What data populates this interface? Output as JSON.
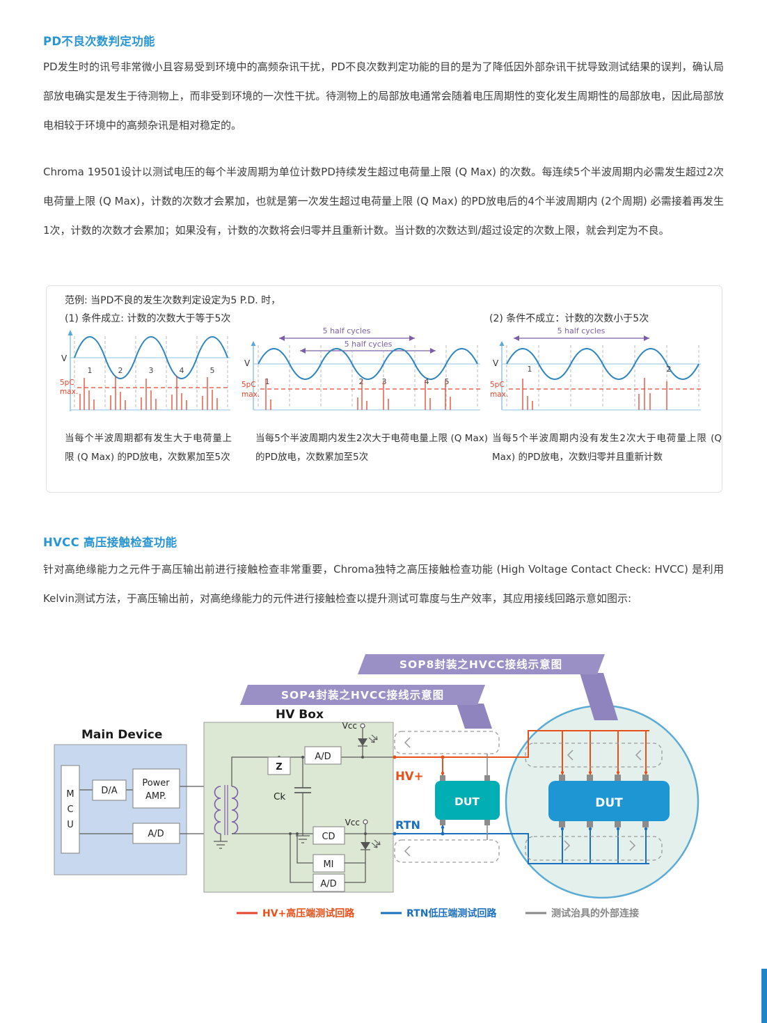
{
  "pd_section": {
    "heading": "PD不良次数判定功能",
    "para1": "PD发生时的讯号非常微小且容易受到环境中的高频杂讯干扰，PD不良次数判定功能的目的是为了降低因外部杂讯干扰导致测试结果的误判，确认局部放电确实是发生于待测物上，而非受到环境的一次性干扰。待测物上的局部放电通常会随着电压周期性的变化发生周期性的局部放电，因此局部放电相较于环境中的高频杂讯是相对稳定的。",
    "para2": "Chroma 19501设计以测试电压的每个半波周期为单位计数PD持续发生超过电荷量上限 (Q Max) 的次数。每连续5个半波周期内必需发生超过2次电荷量上限 (Q Max)，计数的次数才会累加，也就是第一次发生超过电荷量上限 (Q Max) 的PD放电后的4个半波周期内 (2个周期) 必需接着再发生1次，计数的次数才会累加；如果没有，计数的次数将会归零并且重新计数。当计数的次数达到/超过设定的次数上限，就会判定为不良。"
  },
  "example": {
    "title": "范例: 当PD不良的发生次数判定设定为5 P.D. 时，",
    "cond1": "(1) 条件成立: 计数的次数大于等于5次",
    "cond2": "(2) 条件不成立：计数的次数小于5次",
    "v_label": "V",
    "qmax_line1": "5pC",
    "qmax_line2": "max.",
    "half_cycles": "5 half cycles",
    "w1_numbers": [
      "1",
      "2",
      "3",
      "4",
      "5"
    ],
    "w2_numbers": [
      "1",
      "2",
      "3",
      "4",
      "5"
    ],
    "w3_numbers": [
      "1",
      "2"
    ],
    "caption1": "当每个半波周期都有发生大于电荷量上限 (Q Max) 的PD放电，次数累加至5次",
    "caption2": "当每5个半波周期内发生2次大于电荷电量上限 (Q Max) 的PD放电，次数累加至5次",
    "caption3": "当每5个半波周期内没有发生2次大于电荷量上限 (Q Max) 的PD放电，次数归零并且重新计数"
  },
  "hvcc_section": {
    "heading": "HVCC 高压接触检查功能",
    "para": "针对高绝缘能力之元件于高压输出前进行接触检查非常重要，Chroma独特之高压接触检查功能 (High Voltage Contact Check: HVCC) 是利用Kelvin测试方法，于高压输出前，对高绝缘能力的元件进行接触检查以提升测试可靠度与生产效率，其应用接线回路示意如图示:"
  },
  "diagram": {
    "banner_sop8": "SOP8封装之HVCC接线示意图",
    "banner_sop4": "SOP4封装之HVCC接线示意图",
    "hv_box_label": "HV Box",
    "main_device_label": "Main Device",
    "mcu_letters": [
      "M",
      "C",
      "U"
    ],
    "da_label": "D/A",
    "power_amp_line1": "Power",
    "power_amp_line2": "AMP.",
    "ad_label": "A/D",
    "z_label": "Z",
    "ck_label": "Ck",
    "vcc_label": "Vcc",
    "cd_label": "CD",
    "mi_label": "MI",
    "ad2_label": "A/D",
    "hv_plus_label": "HV+",
    "rtn_label": "RTN",
    "dut_label": "DUT",
    "dut2_label": "DUT"
  },
  "legend": {
    "hv_item": "HV+高压端测试回路",
    "rtn_item": "RTN低压端测试回路",
    "fixture_item": "测试治具的外部连接"
  },
  "colors": {
    "heading_blue": "#2996D3",
    "hv_orange": "#E8501A",
    "rtn_blue": "#1B6FBF",
    "fixture_gray": "#8C8C8C",
    "banner_purple": "#9A90C5",
    "dut_teal": "#00AEB4",
    "dut_blue": "#1E96D3",
    "spike_red": "#E8432A",
    "wave_blue": "#2E86C1"
  }
}
